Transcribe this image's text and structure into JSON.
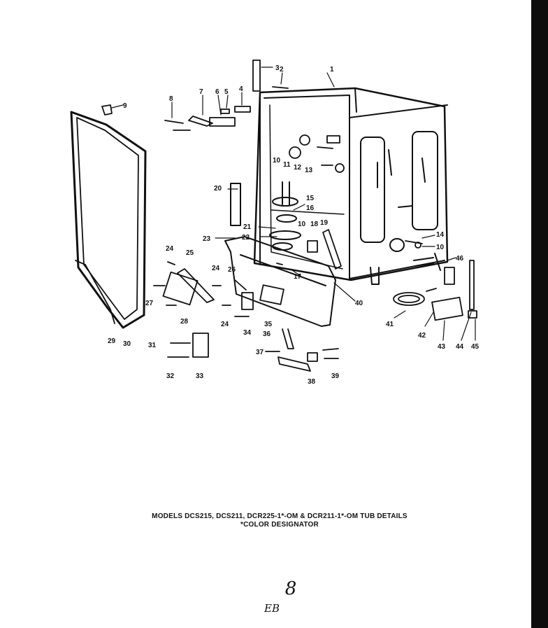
{
  "caption": {
    "line1": "MODELS DCS215, DCS211, DCR225-1*-OM & DCR211-1*-OM TUB DETAILS",
    "line2": "*COLOR DESIGNATOR"
  },
  "handwritten_page_number": "8",
  "handwritten_initials": "EB",
  "callouts": [
    "1",
    "2",
    "3",
    "4",
    "5",
    "6",
    "7",
    "8",
    "9",
    "10",
    "10",
    "10",
    "11",
    "12",
    "13",
    "14",
    "15",
    "16",
    "17",
    "18",
    "19",
    "20",
    "21",
    "22",
    "23",
    "24",
    "24",
    "24",
    "25",
    "26",
    "27",
    "28",
    "29",
    "30",
    "31",
    "32",
    "33",
    "34",
    "35",
    "36",
    "37",
    "38",
    "39",
    "40",
    "41",
    "42",
    "43",
    "44",
    "45",
    "46"
  ]
}
